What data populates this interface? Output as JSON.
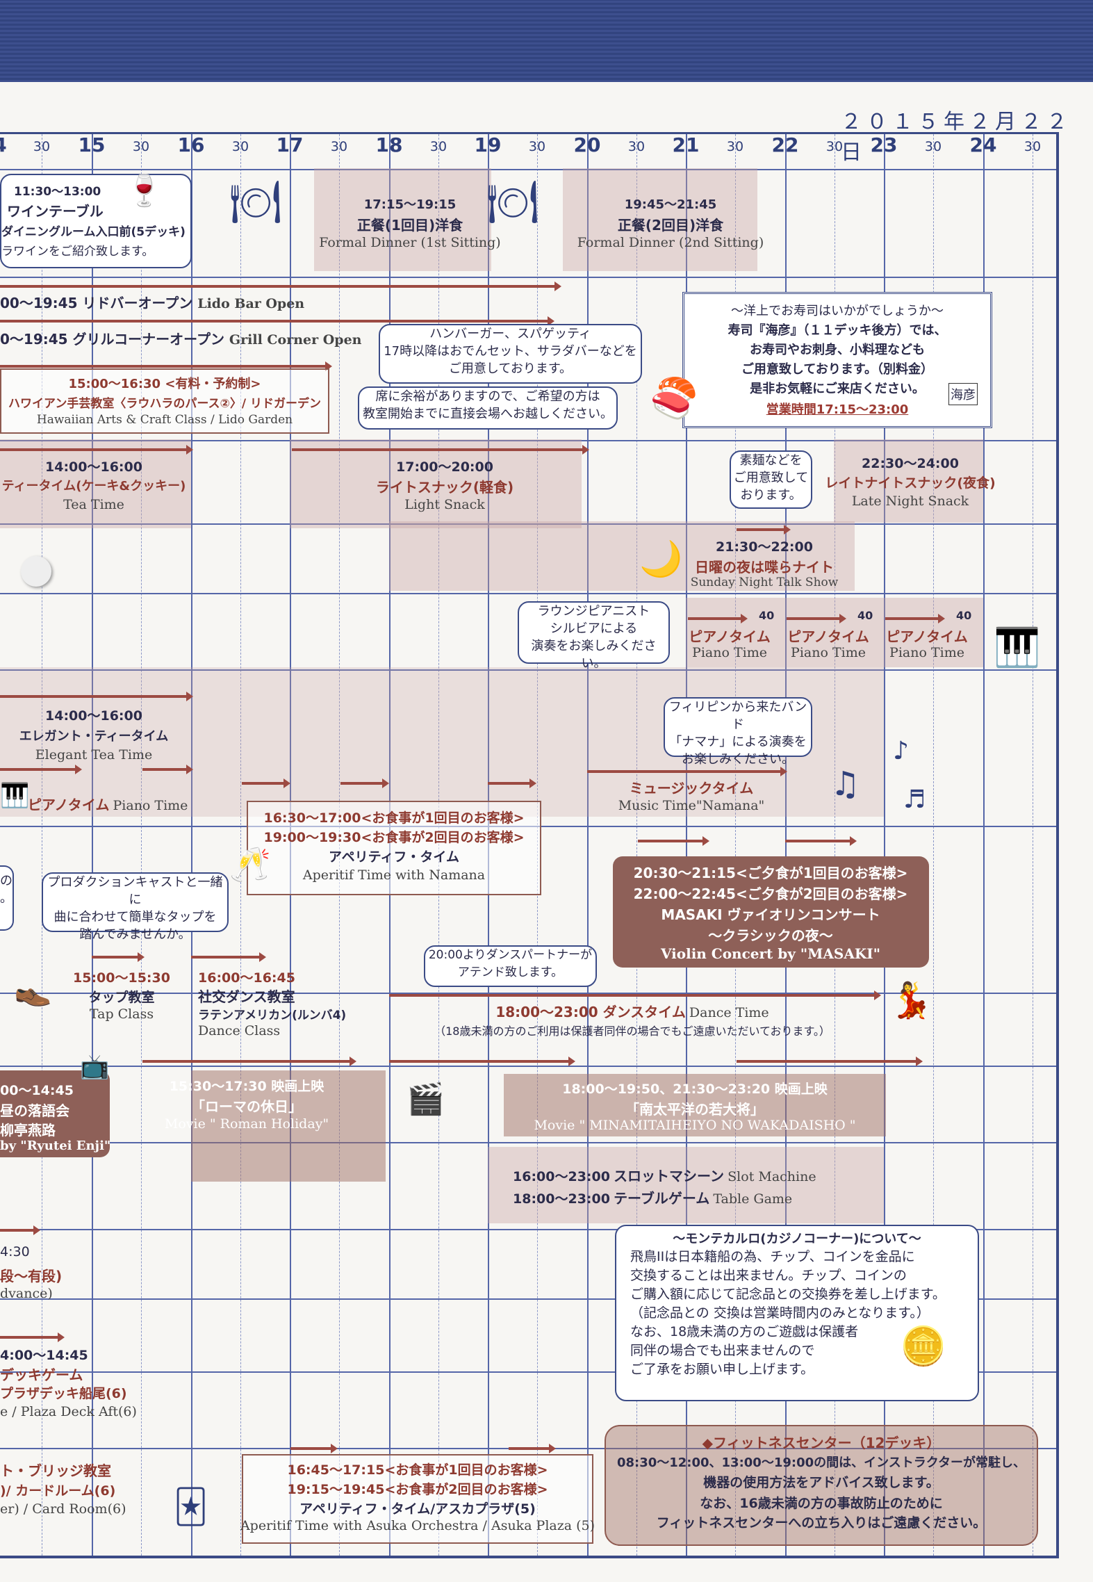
{
  "date": "２０１５年２月２２日",
  "timeline": {
    "hours": [
      "4",
      "15",
      "16",
      "17",
      "18",
      "19",
      "20",
      "21",
      "22",
      "23",
      "24"
    ],
    "half": "30"
  },
  "wine": {
    "time": "11:30〜13:00",
    "title": "ワインテーブル",
    "place": "ダイニングルーム入口前(5デッキ)",
    "desc": "ラワインをご紹介致します。"
  },
  "dinner1": {
    "time": "17:15〜19:15",
    "title": "正餐(1回目)洋食",
    "en": "Formal Dinner (1st Sitting)"
  },
  "dinner2": {
    "time": "19:45〜21:45",
    "title": "正餐(2回目)洋食",
    "en": "Formal Dinner (2nd Sitting)"
  },
  "lidobar": {
    "jp": "00〜19:45 リドバーオープン",
    "en": "Lido Bar Open"
  },
  "grill": {
    "jp": "0〜19:45 グリルコーナーオープン",
    "en": "Grill Corner Open"
  },
  "grill_bubble": [
    "ハンバーガー、スパゲッティ",
    "17時以降はおでんセット、サラダバーなどを",
    "ご用意しております。"
  ],
  "sushi": [
    "〜洋上でお寿司はいかがでしょうか〜",
    "寿司『海彦』（１１デッキ後方）では、",
    "お寿司やお刺身、小料理なども",
    "ご用意致しております。（別料金）",
    "是非お気軽にご来店ください。",
    "営業時間17:15〜23:00"
  ],
  "sushi_logo": "海彦",
  "hawaiian": {
    "time": "15:00〜16:30 <有料・予約制>",
    "jp": "ハワイアン手芸教室〈ラウハラのパース②〉/ リドガーデン",
    "en": "Hawaiian Arts & Craft Class / Lido Garden"
  },
  "hawaiian_bubble": [
    "席に余裕がありますので、ご希望の方は",
    "教室開始までに直接会場へお越しください。"
  ],
  "teatime": {
    "time": "14:00〜16:00",
    "jp": "ティータイム(ケーキ&クッキー)",
    "en": "Tea Time"
  },
  "lightsnack": {
    "time": "17:00〜20:00",
    "jp": "ライトスナック(軽食)",
    "en": "Light Snack"
  },
  "somen_bubble": [
    "素麺などを",
    "ご用意致して",
    "おります。"
  ],
  "latenight": {
    "time": "22:30〜24:00",
    "jp": "レイトナイトスナック(夜食)",
    "en": "Late Night Snack"
  },
  "talkshow": {
    "time": "21:30〜22:00",
    "jp": "日曜の夜は喋らナイト",
    "en": "Sunday Night Talk Show"
  },
  "piano_bubble": [
    "ラウンジピアニスト",
    "シルビアによる",
    "演奏をお楽しみください。"
  ],
  "piano_slot": {
    "jp": "ピアノタイム",
    "en": "Piano Time",
    "mins": "40"
  },
  "elegant": {
    "time": "14:00〜16:00",
    "jp": "エレガント・ティータイム",
    "en": "Elegant Tea Time"
  },
  "piano_left": {
    "jp": "ピアノタイム",
    "en": "Piano Time"
  },
  "namana_bubble": [
    "フィリピンから来たバンド",
    "「ナマナ」による演奏を",
    "お楽しみください。"
  ],
  "music": {
    "jp": "ミュージックタイム",
    "en": "Music Time\"Namana\""
  },
  "aperitif1": {
    "l1": "16:30〜17:00<お食事が1回目のお客様>",
    "l2": "19:00〜19:30<お食事が2回目のお客様>",
    "jp": "アペリティフ・タイム",
    "en": "Aperitif Time with Namana"
  },
  "violin": {
    "l1": "20:30〜21:15<ご夕食が1回目のお客様>",
    "l2": "22:00〜22:45<ご夕食が2回目のお客様>",
    "l3": "MASAKI ヴァイオリンコンサート",
    "l4": "〜クラシックの夜〜",
    "en": "Violin Concert by \"MASAKI\""
  },
  "tap_bubble": [
    "プロダクションキャストと一緒に",
    "曲に合わせて簡単なタップを",
    "踏んでみませんか。"
  ],
  "left_bubble": [
    "の",
    "。"
  ],
  "dance_bubble": [
    "20:00よりダンスパートナーが",
    "アテンド致します。"
  ],
  "tap": {
    "time": "15:00〜15:30",
    "jp": "タップ教室",
    "en": "Tap Class"
  },
  "social": {
    "time": "16:00〜16:45",
    "jp": "社交ダンス教室",
    "jp2": "ラテンアメリカン(ルンバ4)",
    "en": "Dance Class"
  },
  "dancetime": {
    "jp": "18:00〜23:00 ダンスタイム",
    "en": "Dance Time",
    "note": "（18歳未満の方のご利用は保護者同伴の場合でもご遠慮いただいております。）"
  },
  "rakugo": {
    "time": "00〜14:45",
    "jp": "昼の落語会",
    "jp2": "柳亭燕路",
    "en": "by \"Ryutei Enji\""
  },
  "movie1": {
    "time": "15:30〜17:30 映画上映",
    "jp": "「ローマの休日」",
    "en": "Movie \" Roman Holiday\""
  },
  "movie2": {
    "time": "18:00〜19:50、21:30〜23:20 映画上映",
    "jp": "「南太平洋の若大将」",
    "en": "Movie \" MINAMITAIHEIYO NO WAKADAISHO \""
  },
  "slot": {
    "time": "16:00〜23:00",
    "jp": "スロットマシーン",
    "en": "Slot Machine"
  },
  "table": {
    "time": "18:00〜23:00",
    "jp": "テーブルゲーム",
    "en": "Table Game"
  },
  "go": {
    "time": "4:30",
    "jp": "段〜有段)",
    "en": "dvance)"
  },
  "casino": [
    "〜モンテカルロ(カジノコーナー)について〜",
    "飛鳥IIは日本籍船の為、チップ、コインを金品に",
    "交換することは出来ません。チップ、コインの",
    "ご購入額に応じて記念品との交換券を差し上げます。",
    "（記念品との 交換は営業時間内のみとなります。）",
    "なお、18歳未満の方のご遊戯は保護者",
    "同伴の場合でも出来ませんので",
    "ご了承をお願い申し上げます。"
  ],
  "deck": {
    "time": "4:00〜14:45",
    "jp": "デッキゲーム",
    "jp2": "プラザデッキ船尾(6)",
    "en": "e / Plaza Deck Aft(6)"
  },
  "bridge": {
    "jp": "ト・ブリッジ教室",
    "jp2": ")/ カードルーム(6)",
    "en": "er) / Card Room(6)"
  },
  "aperitif2": {
    "l1": "16:45〜17:15<お食事が1回目のお客様>",
    "l2": "19:15〜19:45<お食事が2回目のお客様>",
    "jp": "アペリティフ・タイム/アスカプラザ(5)",
    "en": "Aperitif Time with Asuka Orchestra / Asuka Plaza (5)"
  },
  "fitness": {
    "title": "◆フィットネスセンター（12デッキ）",
    "l1": "08:30〜12:00、13:00〜19:00の間は、インストラクターが常駐し、",
    "l2": "機器の使用方法をアドバイス致します。",
    "l3": "なお、16歳未満の方の事故防止のために",
    "l4": "フィットネスセンターへの立ち入りはご遠慮ください。"
  },
  "colors": {
    "accent": "#3b4b86",
    "brand": "#8e5a50",
    "shade": "#c4a0a0"
  }
}
